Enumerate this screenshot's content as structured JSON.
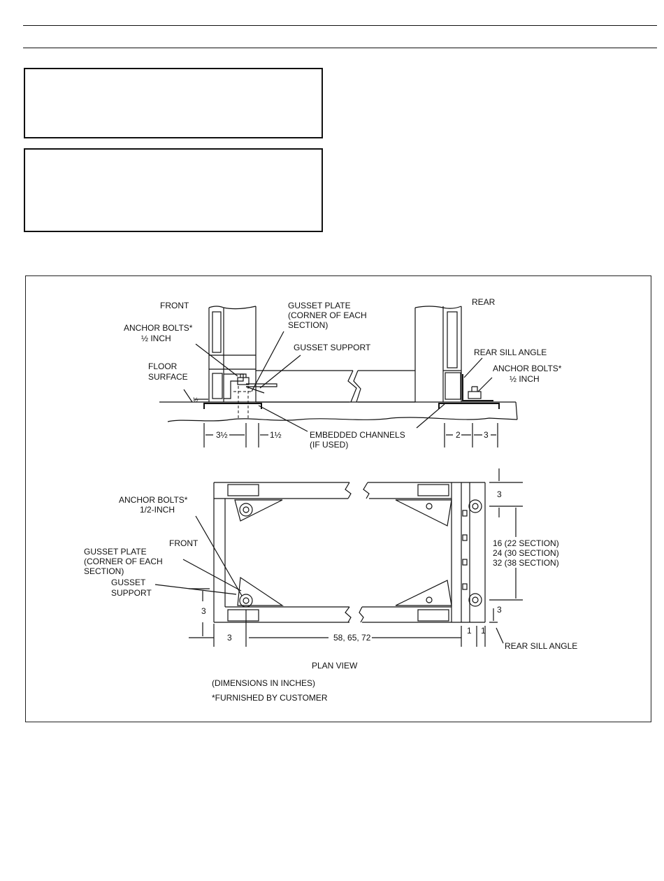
{
  "elevation": {
    "front_label": "FRONT",
    "rear_label": "REAR",
    "gusset_plate_1": "GUSSET PLATE",
    "gusset_plate_2": "(CORNER OF EACH",
    "gusset_plate_3": "SECTION)",
    "gusset_support": "GUSSET SUPPORT",
    "anchor_bolts_front_1": "ANCHOR BOLTS*",
    "anchor_bolts_front_2": "½ INCH",
    "floor_surface_1": "FLOOR",
    "floor_surface_2": "SURFACE",
    "half_mark": "½",
    "rear_sill_angle": "REAR SILL ANGLE",
    "anchor_bolts_rear_1": "ANCHOR BOLTS*",
    "anchor_bolts_rear_2": "½ INCH",
    "embedded_channels_1": "EMBEDDED CHANNELS",
    "embedded_channels_2": "(IF USED)",
    "dim_3_5": "3½",
    "dim_1_5": "1½",
    "dim_2": "2",
    "dim_3": "3"
  },
  "plan": {
    "anchor_bolts_1": "ANCHOR BOLTS*",
    "anchor_bolts_2": "1/2-INCH",
    "front_label": "FRONT",
    "gusset_plate_1": "GUSSET PLATE",
    "gusset_plate_2": "(CORNER OF EACH",
    "gusset_plate_3": "SECTION)",
    "gusset_1": "GUSSET",
    "gusset_2": "SUPPORT",
    "dim_left_3": "3",
    "dim_bottom_3": "3",
    "dim_width": "58, 65, 72",
    "dim_1a": "1",
    "dim_1b": "1",
    "dim_top_3": "3",
    "dim_right_3": "3",
    "spacing_1": "16 (22 SECTION)",
    "spacing_2": "24 (30 SECTION)",
    "spacing_3": "32 (38 SECTION)",
    "rear_sill_angle": "REAR SILL ANGLE",
    "title": "PLAN VIEW",
    "note_1": "(DIMENSIONS IN INCHES)",
    "note_2": "*FURNISHED BY CUSTOMER"
  }
}
